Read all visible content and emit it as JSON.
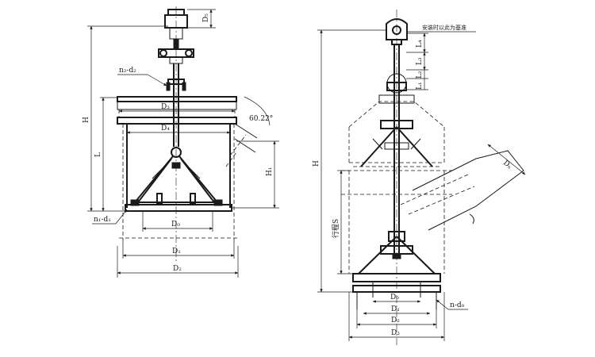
{
  "left_view": {
    "labels": {
      "D5": "D₅",
      "H": "H",
      "n2_d2": "n₂-d₂",
      "D3": "D₃",
      "D4": "D₄",
      "angle": "60.22°",
      "L": "L",
      "H1": "H₁",
      "n1_d1": "n₁-d₁",
      "D0": "D₀",
      "D1": "D₁",
      "D2": "D₂"
    }
  },
  "right_view": {
    "labels": {
      "note": "安装时以此为基准",
      "L4": "L₄",
      "L3": "L₃",
      "L2": "L₂",
      "L1": "L₁",
      "H": "H",
      "stroke": "行程S",
      "DN": "Dₙ",
      "D0": "D₀",
      "n_d0": "n-d₀",
      "D1": "D₁",
      "D2": "D₂",
      "D3": "D₃"
    }
  }
}
